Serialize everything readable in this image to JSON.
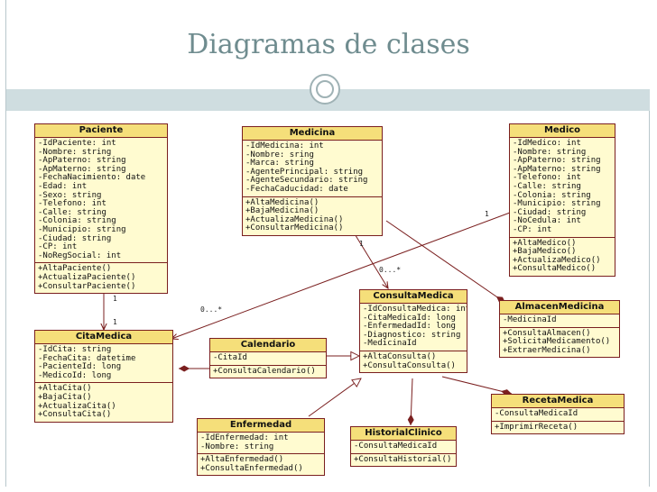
{
  "title": "Diagramas de clases",
  "classes": {
    "paciente": {
      "name": "Paciente",
      "attributes": [
        "-IdPaciente: int",
        "-Nombre: string",
        "-ApPaterno: string",
        "-ApMaterno: string",
        "-FechaNacimiento: date",
        "-Edad: int",
        "-Sexo: string",
        "-Telefono: int",
        "-Calle: string",
        "-Colonia: string",
        "-Municipio: string",
        "-Ciudad: string",
        "-CP: int",
        "-NoRegSocial: int"
      ],
      "methods": [
        "+AltaPaciente()",
        "+ActualizaPaciente()",
        "+ConsultarPaciente()"
      ]
    },
    "medicina": {
      "name": "Medicina",
      "attributes": [
        "-IdMedicina: int",
        "-Nombre: sring",
        "-Marca: string",
        "-AgentePrincipal: string",
        "-AgenteSecundario: string",
        "-FechaCaducidad: date"
      ],
      "methods": [
        "+AltaMedicina()",
        "+BajaMedicina()",
        "+ActualizaMedicina()",
        "+ConsultarMedicina()"
      ]
    },
    "medico": {
      "name": "Medico",
      "attributes": [
        "-IdMedico: int",
        "-Nombre: string",
        "-ApPaterno: string",
        "-ApMaterno: string",
        "-Telefono: int",
        "-Calle: string",
        "-Colonia: string",
        "-Municipio: string",
        "-Ciudad: string",
        "-NoCedula: int",
        "-CP: int"
      ],
      "methods": [
        "+AltaMedico()",
        "+BajaMedico()",
        "+ActualizaMedico()",
        "+ConsultaMedico()"
      ]
    },
    "citamedica": {
      "name": "CitaMedica",
      "attributes": [
        "-IdCita: string",
        "-FechaCita: datetime",
        "-PacienteId: long",
        "-MedicoId: long"
      ],
      "methods": [
        "+AltaCita()",
        "+BajaCita()",
        "+ActualizaCita()",
        "+ConsultaCita()"
      ]
    },
    "calendario": {
      "name": "Calendario",
      "attributes": [
        "-CitaId"
      ],
      "methods": [
        "+ConsultaCalendario()"
      ]
    },
    "consultamedica": {
      "name": "ConsultaMedica",
      "attributes": [
        "-IdConsultaMedica: int",
        "-CitaMedicaId: long",
        "-EnfermedadId: long",
        "-Diagnostico: string",
        "-MedicinaId"
      ],
      "methods": [
        "+AltaConsulta()",
        "+ConsultaConsulta()"
      ]
    },
    "almacenmedicina": {
      "name": "AlmacenMedicina",
      "attributes": [
        "-MedicinaId"
      ],
      "methods": [
        "+ConsultaAlmacen()",
        "+SolicitaMedicamento()",
        "+ExtraerMedicina()"
      ]
    },
    "recetamedica": {
      "name": "RecetaMedica",
      "attributes": [
        "-ConsultaMedicaId"
      ],
      "methods": [
        "+ImprimirReceta()"
      ]
    },
    "enfermedad": {
      "name": "Enfermedad",
      "attributes": [
        "-IdEnfermedad: int",
        "-Nombre: string"
      ],
      "methods": [
        "+AltaEnfermedad()",
        "+ConsultaEnfermedad()"
      ]
    },
    "historialclinico": {
      "name": "HistorialClinico",
      "attributes": [
        "-ConsultaMedicaId"
      ],
      "methods": [
        "+ConsultaHistorial()"
      ]
    }
  },
  "multiplicities": {
    "paciente_cita_top": "1",
    "paciente_cita_bottom": "1",
    "medico_cita_many": "0...*",
    "medico_cita_one": "1",
    "medicina_consulta_one": "1",
    "medicina_consulta_many": "0...*"
  }
}
